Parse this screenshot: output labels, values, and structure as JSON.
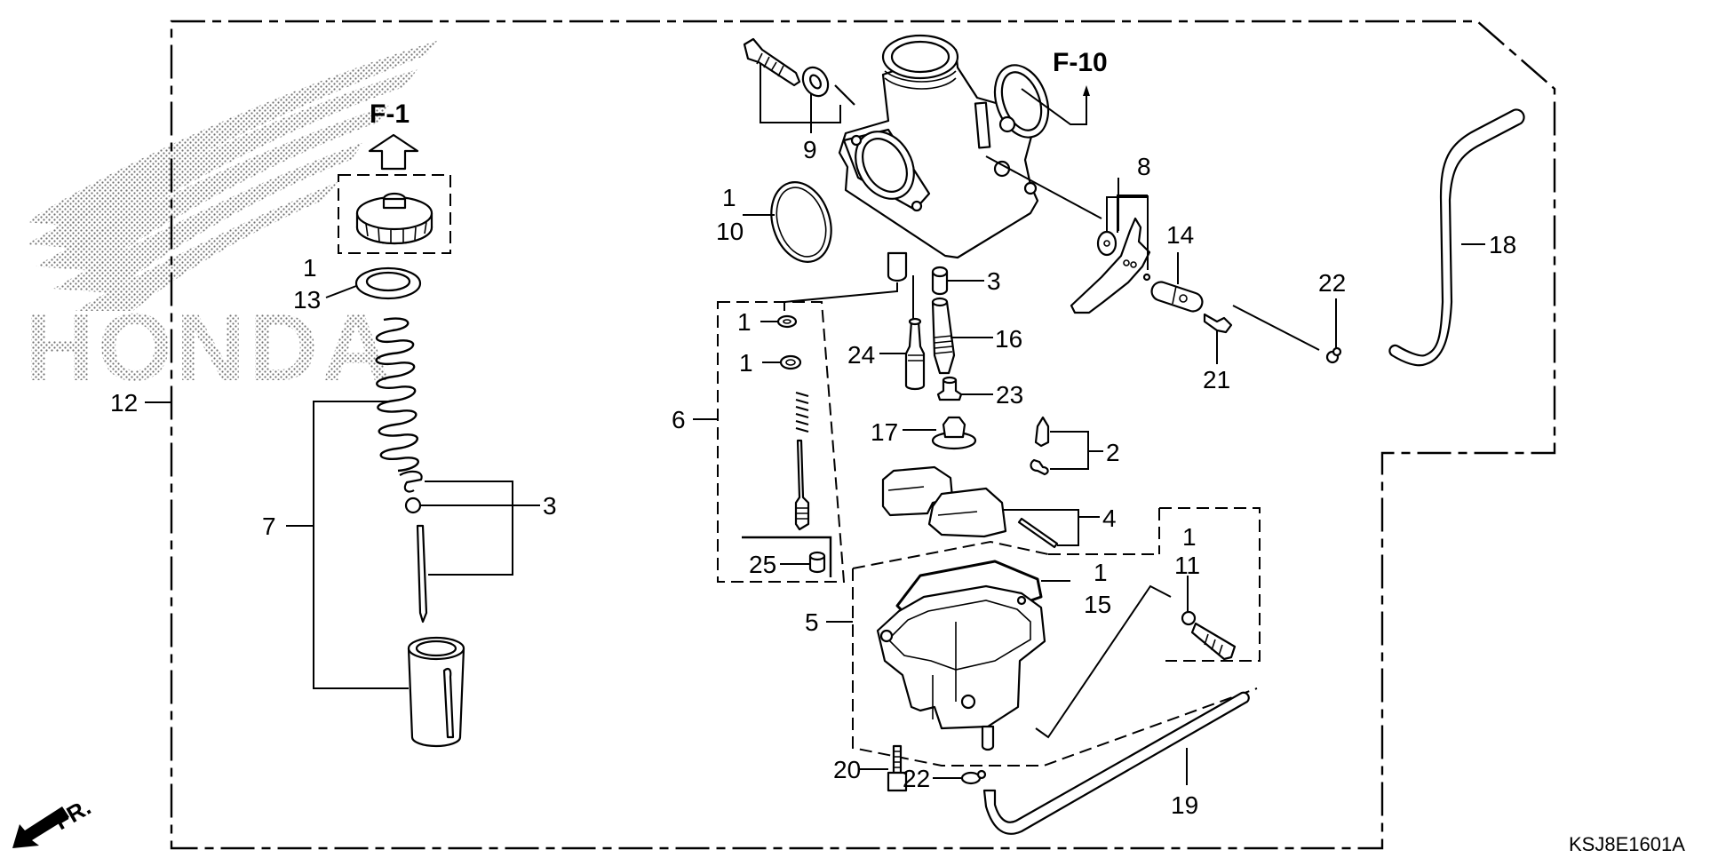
{
  "diagram": {
    "title_code": "KSJ8E1601A",
    "watermark": "HONDA",
    "direction_marker": "FR.",
    "references": [
      {
        "id": "ref-f1",
        "text": "F-1"
      },
      {
        "id": "ref-f10",
        "text": "F-10"
      }
    ],
    "callouts": {
      "c12": "12",
      "c1_13": "1",
      "c13": "13",
      "c7": "7",
      "c3_left": "3",
      "c9": "9",
      "c1_10": "1",
      "c10": "10",
      "c8": "8",
      "c14": "14",
      "c18": "18",
      "c22_right": "22",
      "c21": "21",
      "c3_center": "3",
      "c24": "24",
      "c16": "16",
      "c23": "23",
      "c17": "17",
      "c2": "2",
      "c4": "4",
      "c6": "6",
      "c1_a": "1",
      "c1_b": "1",
      "c25": "25",
      "c5": "5",
      "c1_15": "1",
      "c15": "15",
      "c1_11": "1",
      "c11": "11",
      "c20": "20",
      "c22_bottom": "22",
      "c19": "19"
    }
  }
}
